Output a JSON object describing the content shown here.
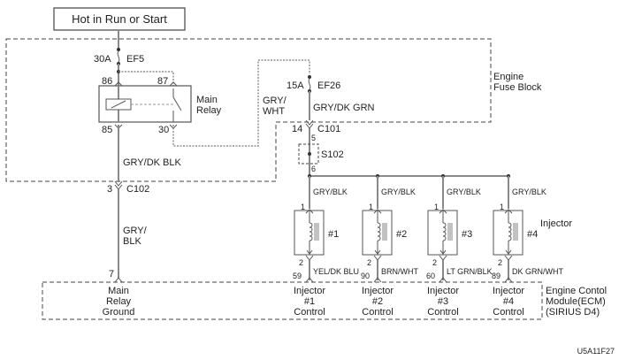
{
  "title": "Hot in Run or Start",
  "diagram_id": "U5A11F27",
  "blocks": {
    "fuse_block": [
      "Engine",
      "Fuse Block"
    ],
    "ecm": [
      "Engine Contol",
      "Module(ECM)",
      "(SIRIUS D4)"
    ],
    "injector_label": "Injector"
  },
  "fuses": {
    "ef5": {
      "rating": "30A",
      "name": "EF5"
    },
    "ef26": {
      "rating": "15A",
      "name": "EF26"
    }
  },
  "relay": {
    "name": [
      "Main",
      "Relay"
    ],
    "pins": {
      "p86": "86",
      "p87": "87",
      "p85": "85",
      "p30": "30"
    }
  },
  "wires": {
    "gry_wht": [
      "GRY/",
      "WHT"
    ],
    "gry_dk_grn": "GRY/DK GRN",
    "gry_dk_blk": "GRY/DK BLK",
    "gry_blk_2line": [
      "GRY/",
      "BLK"
    ]
  },
  "connectors": {
    "c101": {
      "pin": "14",
      "name": "C101"
    },
    "c102": {
      "pin": "3",
      "name": "C102"
    },
    "s102": {
      "name": "S102",
      "pin_top": "5",
      "pin_bottom": "6"
    },
    "ecm_ground_pin": "7"
  },
  "ground_label": [
    "Main",
    "Relay",
    "Ground"
  ],
  "injectors": [
    {
      "num": "#1",
      "feed": "GRY/BLK",
      "pin_top": "1",
      "pin_bottom": "2",
      "ecm_pin": "59",
      "wire": "YEL/DK BLU",
      "label": [
        "Injector",
        "#1",
        "Control"
      ]
    },
    {
      "num": "#2",
      "feed": "GRY/BLK",
      "pin_top": "1",
      "pin_bottom": "2",
      "ecm_pin": "90",
      "wire": "BRN/WHT",
      "label": [
        "Injector",
        "#2",
        "Control"
      ]
    },
    {
      "num": "#3",
      "feed": "GRY/BLK",
      "pin_top": "1",
      "pin_bottom": "2",
      "ecm_pin": "60",
      "wire": "LT GRN/BLK",
      "label": [
        "Injector",
        "#3",
        "Control"
      ]
    },
    {
      "num": "#4",
      "feed": "GRY/BLK",
      "pin_top": "1",
      "pin_bottom": "2",
      "ecm_pin": "89",
      "wire": "DK GRN/WHT",
      "label": [
        "Injector",
        "#4",
        "Control"
      ]
    }
  ]
}
